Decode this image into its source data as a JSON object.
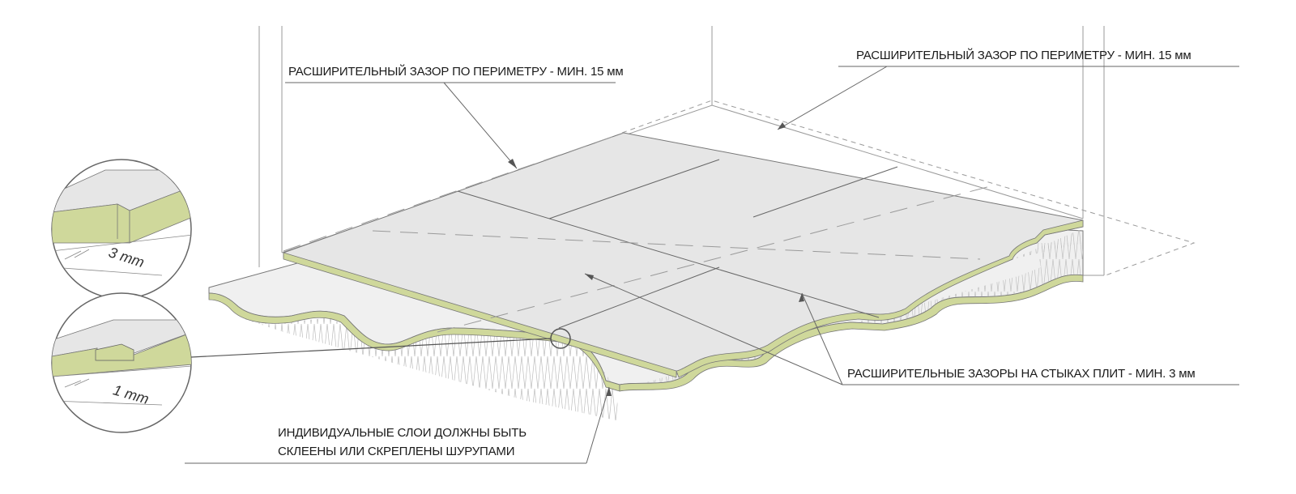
{
  "annotations": {
    "perimeter_gap_left": "РАСШИРИТЕЛЬНЫЙ ЗАЗОР ПО ПЕРИМЕТРУ - МИН. 15 мм",
    "perimeter_gap_right": "РАСШИРИТЕЛЬНЫЙ ЗАЗОР ПО ПЕРИМЕТРУ - МИН. 15 мм",
    "joint_gaps": "РАСШИРИТЕЛЬНЫЕ ЗАЗОРЫ НА СТЫКАХ ПЛИТ - МИН. 3 мм",
    "layers_line1": "ИНДИВИДУАЛЬНЫЕ СЛОИ ДОЛЖНЫ БЫТЬ",
    "layers_line2": "СКЛЕЕНЫ ИЛИ СКРЕПЛЕНЫ ШУРУПАМИ"
  },
  "details": {
    "top_dimension": "3 mm",
    "bottom_dimension": "1 mm"
  },
  "colors": {
    "board_edge": "#cfd89b",
    "board_top": "#e6e6e6",
    "line": "#555555",
    "insulation": "#f4f4f4"
  }
}
